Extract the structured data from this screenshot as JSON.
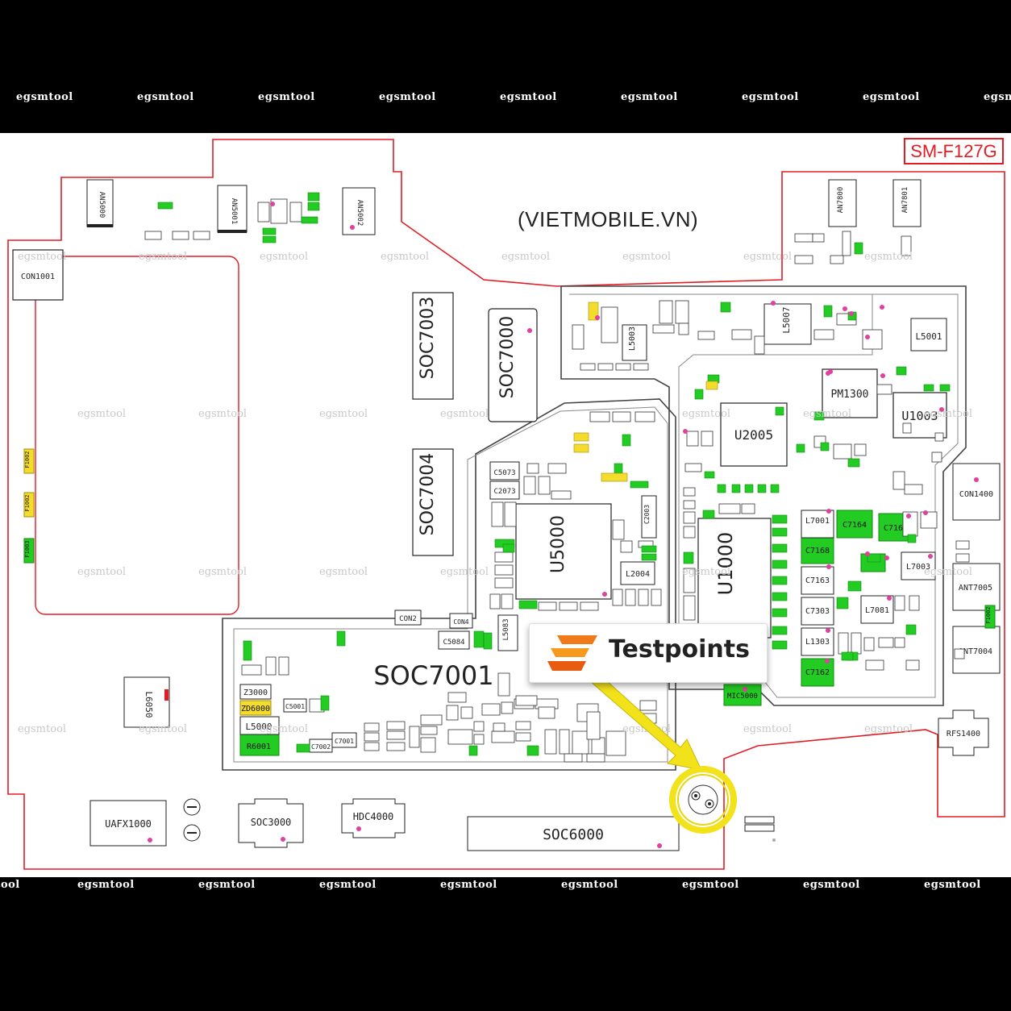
{
  "watermark": "egsmtool",
  "model": "SM-F127G",
  "brand": "(VIETMOBILE.VN)",
  "callout": {
    "label": "Testpoints"
  },
  "colors": {
    "outline": "#e31b23",
    "green": "#22cc22",
    "yellow": "#f4dc2c",
    "pad": "#e040a0",
    "arrow": "#f2e21a"
  },
  "components": {
    "soc7003": "SOC7003",
    "soc7000": "SOC7000",
    "soc7004": "SOC7004",
    "soc7001": "SOC7001",
    "soc6000": "SOC6000",
    "soc3000": "SOC3000",
    "hdc4000": "HDC4000",
    "uafx1000": "UAFX1000",
    "u5000": "U5000",
    "u1000": "U1000",
    "u2005": "U2005",
    "u1003": "U1003",
    "pm1300": "PM1300",
    "con1001": "CON1001",
    "con1400": "CON1400",
    "con2": "CON2",
    "con4": "CON4",
    "ant7005": "ANT7005",
    "ant7004": "ANT7004",
    "an7800": "AN7800",
    "an7801": "AN7801",
    "an5000": "AN5000",
    "an5001": "AN5001",
    "an5002": "AN5002",
    "rfs1400": "RFS1400",
    "mic5000": "MIC5000",
    "l6050": "L6050",
    "l5001": "L5001",
    "l5007": "L5007",
    "l5003": "L5003",
    "l5083": "L5083",
    "l2004": "L2004",
    "l7001": "L7001",
    "l7003": "L7003",
    "l7081": "L7081",
    "l1303": "L1303",
    "l5000": "L5000",
    "c7164": "C7164",
    "c7168": "C7168",
    "c7163": "C7163",
    "c7303": "C7303",
    "c7162": "C7162",
    "c5073": "C5073",
    "c2073": "C2073",
    "c5084": "C5084",
    "c2003": "C2003",
    "c7002": "C7002",
    "c7001": "C7001",
    "c5001": "C5001",
    "z3000": "Z3000",
    "zd6000": "ZD6000",
    "r6001": "R6001",
    "f1002a": "F1002",
    "f1002b": "F1002",
    "f1003": "F1003",
    "f1002c": "F1002"
  }
}
